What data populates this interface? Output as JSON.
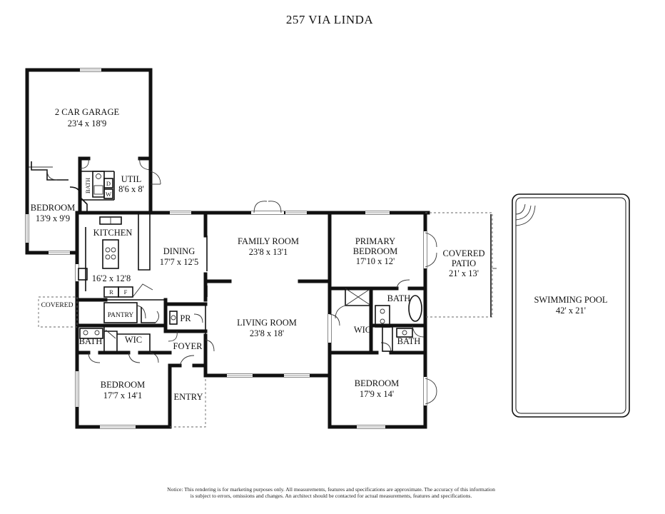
{
  "title": "257 VIA LINDA",
  "rooms": {
    "garage": {
      "name": "2 CAR GARAGE",
      "size": "23'4 x 18'9"
    },
    "util": {
      "name": "UTIL",
      "size": "8'6 x 8'"
    },
    "bath_garage": {
      "name": "BATH"
    },
    "washer": {
      "label": "W"
    },
    "dryer": {
      "label": "D"
    },
    "bedroom_west": {
      "name": "BEDROOM",
      "size": "13'9 x 9'9"
    },
    "kitchen": {
      "name": "KITCHEN",
      "size": "16'2 x 12'8"
    },
    "fridge": {
      "label": "R"
    },
    "freezer": {
      "label": "F"
    },
    "pantry": {
      "name": "PANTRY"
    },
    "covered_west": {
      "name": "COVERED"
    },
    "dining": {
      "name": "DINING",
      "size": "17'7 x 12'5"
    },
    "family": {
      "name": "FAMILY ROOM",
      "size": "23'8 x 13'1"
    },
    "living": {
      "name": "LIVING ROOM",
      "size": "23'8 x 18'"
    },
    "pr": {
      "name": "PR"
    },
    "foyer": {
      "name": "FOYER"
    },
    "entry": {
      "name": "ENTRY"
    },
    "bath_sw": {
      "name": "BATH"
    },
    "wic_sw": {
      "name": "WIC"
    },
    "bedroom_sw": {
      "name": "BEDROOM",
      "size": "17'7 x 14'1"
    },
    "primary": {
      "name_line1": "PRIMARY",
      "name_line2": "BEDROOM",
      "size": "17'10 x 12'"
    },
    "primary_bath": {
      "name": "BATH"
    },
    "wic_east": {
      "name": "WIC"
    },
    "bath_east": {
      "name": "BATH"
    },
    "bedroom_se": {
      "name": "BEDROOM",
      "size": "17'9 x 14'"
    },
    "covered_patio": {
      "name_line1": "COVERED",
      "name_line2": "PATIO",
      "size": "21' x 13'"
    },
    "pool": {
      "name": "SWIMMING POOL",
      "size": "42' x 21'"
    }
  },
  "notice": {
    "line1": "Notice: This rendering is for marketing purposes only. All measurements, features and specifications are approximate. The accuracy of this information",
    "line2": "is subject to errors, omissions and changes. An architect should be contacted for actual measurements, features and specifications."
  }
}
